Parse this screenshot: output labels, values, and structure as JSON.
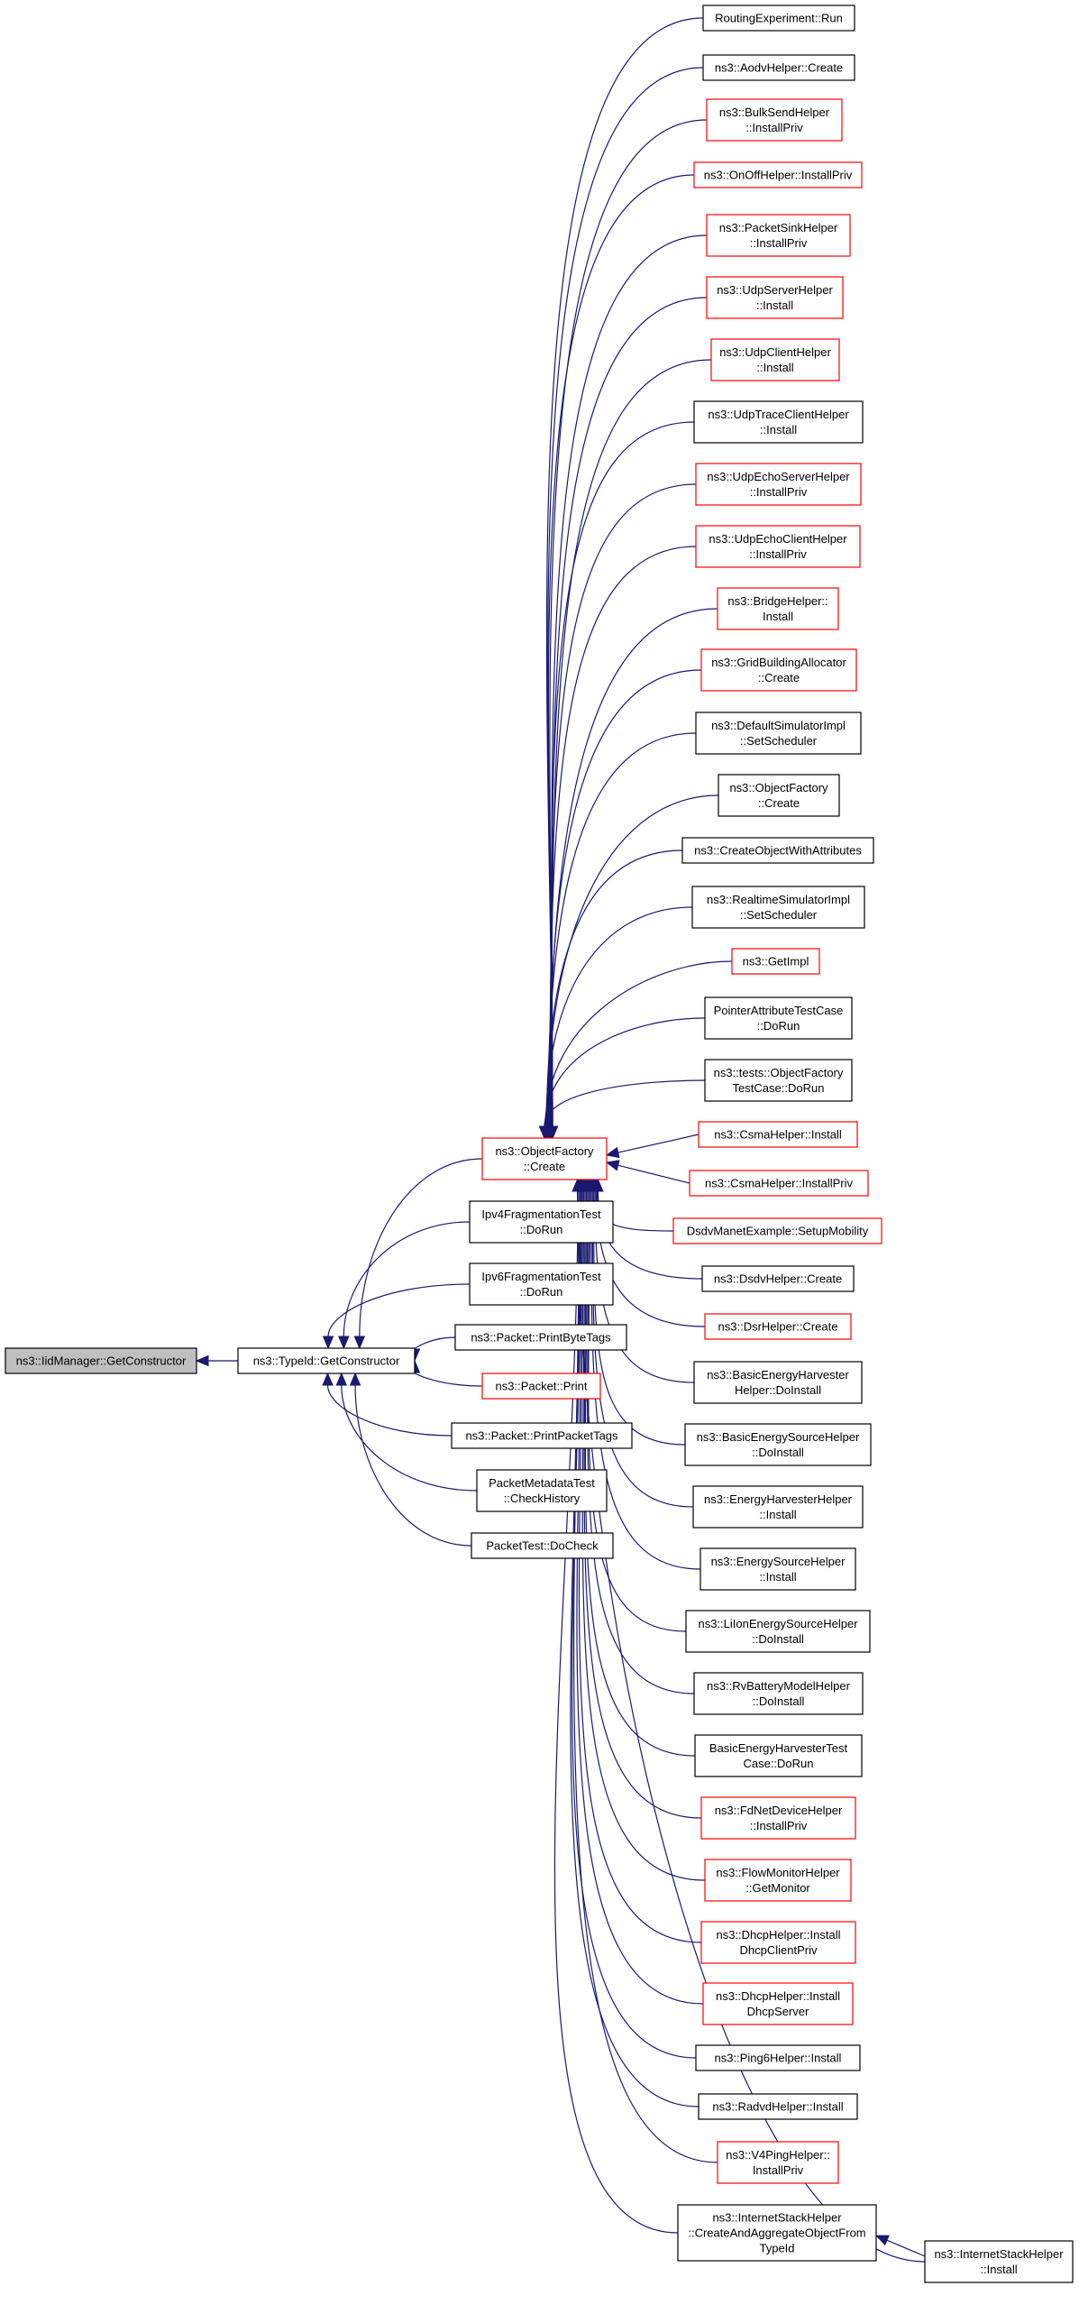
{
  "colors": {
    "edge": "#191970",
    "border_normal": "#000000",
    "border_incomplete": "#ff0000",
    "fill_root": "#bfbfbf",
    "fill_normal": "#ffffff"
  },
  "nodes": [
    {
      "id": "root",
      "lines": [
        "ns3::IidManager::GetConstructor"
      ],
      "kind": "root"
    },
    {
      "id": "gc",
      "lines": [
        "ns3::TypeId::GetConstructor"
      ],
      "kind": "normal"
    },
    {
      "id": "of",
      "lines": [
        "ns3::ObjectFactory",
        "::Create"
      ],
      "kind": "incomplete"
    },
    {
      "id": "ipv4frag",
      "lines": [
        "Ipv4FragmentationTest",
        "::DoRun"
      ],
      "kind": "normal"
    },
    {
      "id": "ipv6frag",
      "lines": [
        "Ipv6FragmentationTest",
        "::DoRun"
      ],
      "kind": "normal"
    },
    {
      "id": "pbt",
      "lines": [
        "ns3::Packet::PrintByteTags"
      ],
      "kind": "normal"
    },
    {
      "id": "pprint",
      "lines": [
        "ns3::Packet::Print"
      ],
      "kind": "incomplete"
    },
    {
      "id": "ppt",
      "lines": [
        "ns3::Packet::PrintPacketTags"
      ],
      "kind": "normal"
    },
    {
      "id": "pmt",
      "lines": [
        "PacketMetadataTest",
        "::CheckHistory"
      ],
      "kind": "normal"
    },
    {
      "id": "ptdc",
      "lines": [
        "PacketTest::DoCheck"
      ],
      "kind": "normal"
    },
    {
      "id": "n1",
      "lines": [
        "RoutingExperiment::Run"
      ],
      "kind": "normal"
    },
    {
      "id": "n2",
      "lines": [
        "ns3::AodvHelper::Create"
      ],
      "kind": "normal"
    },
    {
      "id": "n3",
      "lines": [
        "ns3::BulkSendHelper",
        "::InstallPriv"
      ],
      "kind": "incomplete"
    },
    {
      "id": "n4",
      "lines": [
        "ns3::OnOffHelper::InstallPriv"
      ],
      "kind": "incomplete"
    },
    {
      "id": "n5",
      "lines": [
        "ns3::PacketSinkHelper",
        "::InstallPriv"
      ],
      "kind": "incomplete"
    },
    {
      "id": "n6",
      "lines": [
        "ns3::UdpServerHelper",
        "::Install"
      ],
      "kind": "incomplete"
    },
    {
      "id": "n7",
      "lines": [
        "ns3::UdpClientHelper",
        "::Install"
      ],
      "kind": "incomplete"
    },
    {
      "id": "n8",
      "lines": [
        "ns3::UdpTraceClientHelper",
        "::Install"
      ],
      "kind": "normal"
    },
    {
      "id": "n9",
      "lines": [
        "ns3::UdpEchoServerHelper",
        "::InstallPriv"
      ],
      "kind": "incomplete"
    },
    {
      "id": "n10",
      "lines": [
        "ns3::UdpEchoClientHelper",
        "::InstallPriv"
      ],
      "kind": "incomplete"
    },
    {
      "id": "n11",
      "lines": [
        "ns3::BridgeHelper::",
        "Install"
      ],
      "kind": "incomplete"
    },
    {
      "id": "n12",
      "lines": [
        "ns3::GridBuildingAllocator",
        "::Create"
      ],
      "kind": "incomplete"
    },
    {
      "id": "n13",
      "lines": [
        "ns3::DefaultSimulatorImpl",
        "::SetScheduler"
      ],
      "kind": "normal"
    },
    {
      "id": "n14",
      "lines": [
        "ns3::ObjectFactory",
        "::Create"
      ],
      "kind": "normal"
    },
    {
      "id": "n15",
      "lines": [
        "ns3::CreateObjectWithAttributes"
      ],
      "kind": "normal"
    },
    {
      "id": "n16",
      "lines": [
        "ns3::RealtimeSimulatorImpl",
        "::SetScheduler"
      ],
      "kind": "normal"
    },
    {
      "id": "n17",
      "lines": [
        "ns3::GetImpl"
      ],
      "kind": "incomplete"
    },
    {
      "id": "n18",
      "lines": [
        "PointerAttributeTestCase",
        "::DoRun"
      ],
      "kind": "normal"
    },
    {
      "id": "n19",
      "lines": [
        "ns3::tests::ObjectFactory",
        "TestCase::DoRun"
      ],
      "kind": "normal"
    },
    {
      "id": "n20",
      "lines": [
        "ns3::CsmaHelper::Install"
      ],
      "kind": "incomplete"
    },
    {
      "id": "n21",
      "lines": [
        "ns3::CsmaHelper::InstallPriv"
      ],
      "kind": "incomplete"
    },
    {
      "id": "n22",
      "lines": [
        "DsdvManetExample::SetupMobility"
      ],
      "kind": "incomplete"
    },
    {
      "id": "n23",
      "lines": [
        "ns3::DsdvHelper::Create"
      ],
      "kind": "normal"
    },
    {
      "id": "n24",
      "lines": [
        "ns3::DsrHelper::Create"
      ],
      "kind": "incomplete"
    },
    {
      "id": "n25",
      "lines": [
        "ns3::BasicEnergyHarvester",
        "Helper::DoInstall"
      ],
      "kind": "normal"
    },
    {
      "id": "n26",
      "lines": [
        "ns3::BasicEnergySourceHelper",
        "::DoInstall"
      ],
      "kind": "normal"
    },
    {
      "id": "n27",
      "lines": [
        "ns3::EnergyHarvesterHelper",
        "::Install"
      ],
      "kind": "normal"
    },
    {
      "id": "n28",
      "lines": [
        "ns3::EnergySourceHelper",
        "::Install"
      ],
      "kind": "normal"
    },
    {
      "id": "n29",
      "lines": [
        "ns3::LiIonEnergySourceHelper",
        "::DoInstall"
      ],
      "kind": "normal"
    },
    {
      "id": "n30",
      "lines": [
        "ns3::RvBatteryModelHelper",
        "::DoInstall"
      ],
      "kind": "normal"
    },
    {
      "id": "n31",
      "lines": [
        "BasicEnergyHarvesterTest",
        "Case::DoRun"
      ],
      "kind": "normal"
    },
    {
      "id": "n32",
      "lines": [
        "ns3::FdNetDeviceHelper",
        "::InstallPriv"
      ],
      "kind": "incomplete"
    },
    {
      "id": "n33",
      "lines": [
        "ns3::FlowMonitorHelper",
        "::GetMonitor"
      ],
      "kind": "incomplete"
    },
    {
      "id": "n34",
      "lines": [
        "ns3::DhcpHelper::Install",
        "DhcpClientPriv"
      ],
      "kind": "incomplete"
    },
    {
      "id": "n35",
      "lines": [
        "ns3::DhcpHelper::Install",
        "DhcpServer"
      ],
      "kind": "incomplete"
    },
    {
      "id": "n36",
      "lines": [
        "ns3::Ping6Helper::Install"
      ],
      "kind": "normal"
    },
    {
      "id": "n37",
      "lines": [
        "ns3::RadvdHelper::Install"
      ],
      "kind": "normal"
    },
    {
      "id": "n38",
      "lines": [
        "ns3::V4PingHelper::",
        "InstallPriv"
      ],
      "kind": "incomplete"
    },
    {
      "id": "n39",
      "lines": [
        "ns3::InternetStackHelper",
        "::CreateAndAggregateObjectFrom",
        "TypeId"
      ],
      "kind": "normal"
    },
    {
      "id": "n40",
      "lines": [
        "ns3::InternetStackHelper",
        "::Install"
      ],
      "kind": "normal"
    }
  ],
  "edges": [
    {
      "from": "gc",
      "to": "root"
    },
    {
      "from": "of",
      "to": "gc"
    },
    {
      "from": "ipv4frag",
      "to": "gc"
    },
    {
      "from": "ipv6frag",
      "to": "gc"
    },
    {
      "from": "pbt",
      "to": "gc"
    },
    {
      "from": "pprint",
      "to": "gc"
    },
    {
      "from": "ppt",
      "to": "gc"
    },
    {
      "from": "pmt",
      "to": "gc"
    },
    {
      "from": "ptdc",
      "to": "gc"
    },
    {
      "from": "n1",
      "to": "of"
    },
    {
      "from": "n2",
      "to": "of"
    },
    {
      "from": "n3",
      "to": "of"
    },
    {
      "from": "n4",
      "to": "of"
    },
    {
      "from": "n5",
      "to": "of"
    },
    {
      "from": "n6",
      "to": "of"
    },
    {
      "from": "n7",
      "to": "of"
    },
    {
      "from": "n8",
      "to": "of"
    },
    {
      "from": "n9",
      "to": "of"
    },
    {
      "from": "n10",
      "to": "of"
    },
    {
      "from": "n11",
      "to": "of"
    },
    {
      "from": "n12",
      "to": "of"
    },
    {
      "from": "n13",
      "to": "of"
    },
    {
      "from": "n14",
      "to": "of"
    },
    {
      "from": "n15",
      "to": "of"
    },
    {
      "from": "n16",
      "to": "of"
    },
    {
      "from": "n17",
      "to": "of"
    },
    {
      "from": "n18",
      "to": "of"
    },
    {
      "from": "n19",
      "to": "of"
    },
    {
      "from": "n20",
      "to": "of"
    },
    {
      "from": "n21",
      "to": "of"
    },
    {
      "from": "n22",
      "to": "of"
    },
    {
      "from": "n23",
      "to": "of"
    },
    {
      "from": "n24",
      "to": "of"
    },
    {
      "from": "n25",
      "to": "of"
    },
    {
      "from": "n26",
      "to": "of"
    },
    {
      "from": "n27",
      "to": "of"
    },
    {
      "from": "n28",
      "to": "of"
    },
    {
      "from": "n29",
      "to": "of"
    },
    {
      "from": "n30",
      "to": "of"
    },
    {
      "from": "n31",
      "to": "of"
    },
    {
      "from": "n32",
      "to": "of"
    },
    {
      "from": "n33",
      "to": "of"
    },
    {
      "from": "n34",
      "to": "of"
    },
    {
      "from": "n35",
      "to": "of"
    },
    {
      "from": "n36",
      "to": "of"
    },
    {
      "from": "n37",
      "to": "of"
    },
    {
      "from": "n38",
      "to": "of"
    },
    {
      "from": "n39",
      "to": "of"
    },
    {
      "from": "n40",
      "to": "of"
    },
    {
      "from": "n40",
      "to": "n39"
    }
  ]
}
